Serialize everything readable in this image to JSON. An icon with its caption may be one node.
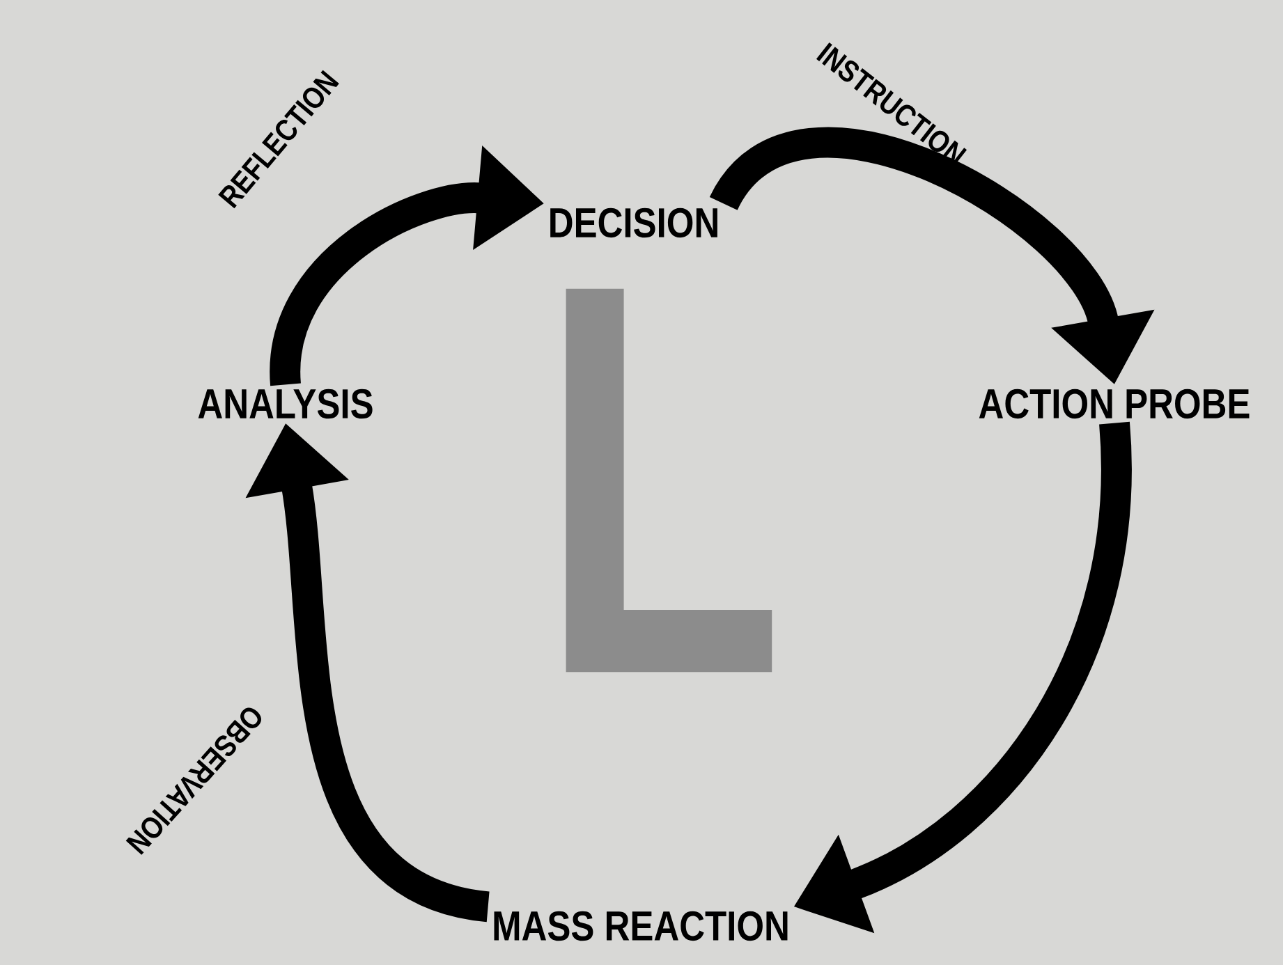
{
  "diagram": {
    "nodes": [
      {
        "text": [
          "DECISION"
        ]
      },
      {
        "text": [
          "ACTION PROBE"
        ]
      },
      {
        "text": [
          "MASS REACTION"
        ]
      },
      {
        "text": [
          "ANALYSIS"
        ]
      }
    ],
    "edges": [
      {
        "from": 0,
        "to": 1,
        "arrow": "to",
        "label": "INSTRUCTION"
      },
      {
        "from": 1,
        "to": 2,
        "arrow": "to"
      },
      {
        "from": 2,
        "to": 3,
        "arrow": "to",
        "label": "OBSERVATION"
      },
      {
        "from": 3,
        "to": 0,
        "arrow": "to",
        "label": "REFLECTION"
      }
    ],
    "labels": [
      "L"
    ]
  }
}
